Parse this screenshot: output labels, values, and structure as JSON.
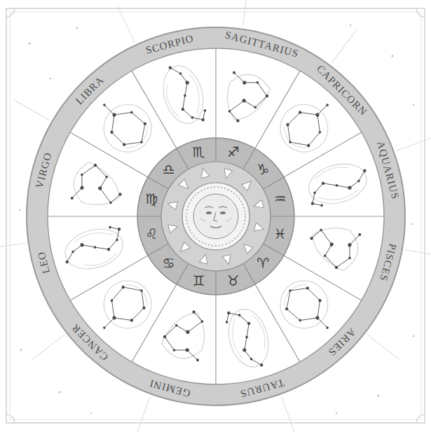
{
  "diagram": {
    "labels": [
      "SCORPIO",
      "SAGITTARIUS",
      "CAPRICORN",
      "AQUARIUS",
      "PISCES",
      "ARIES",
      "TAURUS",
      "GEMINI",
      "CANCER",
      "LEO",
      "VIRGO",
      "LIBRA",
      "♏",
      "♐",
      "♑",
      "♒",
      "♓",
      "♈",
      "♉",
      "♊",
      "♋",
      "♌",
      "♍",
      "♎"
    ]
  }
}
